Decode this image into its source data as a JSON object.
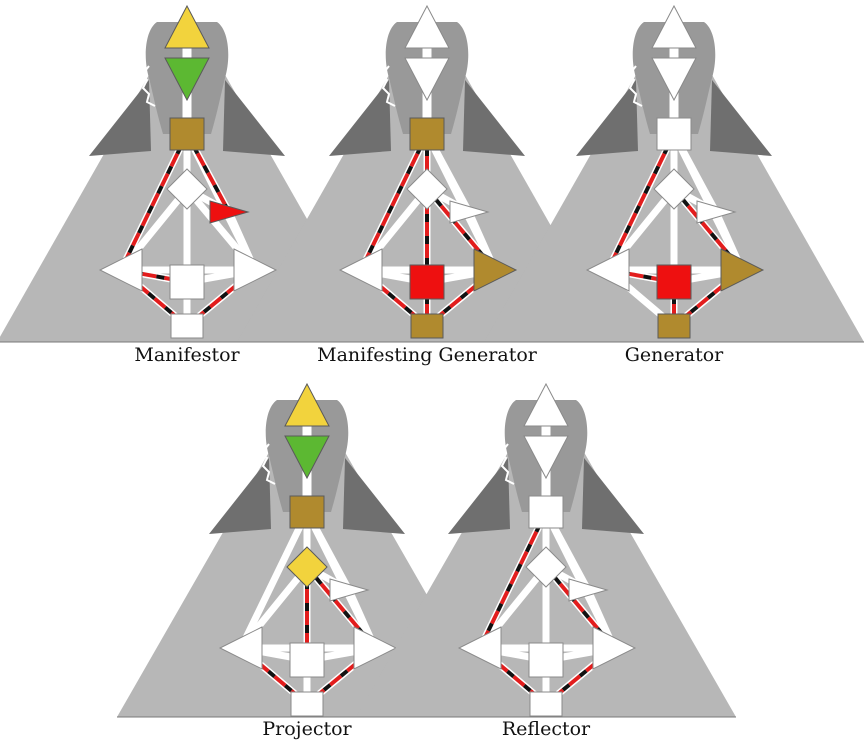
{
  "colors": {
    "background": "#ffffff",
    "triangle": "#b7b7b7",
    "silhouette": "#999999",
    "shoulder": "#6f6f6f",
    "channel": "#ffffff",
    "defined_red": "#e21d1d",
    "defined_black": "#111111",
    "gold": "#b08a2e",
    "yellow": "#f2d33d",
    "green": "#5cb832",
    "red_center": "#ee1010",
    "open_center": "#ffffff"
  },
  "charts": [
    {
      "label": "Manifestor",
      "centers": {
        "head": "yellow",
        "ajna": "green",
        "throat": "gold",
        "g": "open",
        "heart": "red",
        "sacral": "open",
        "spleen": "open",
        "solar": "open",
        "root": "open"
      },
      "active_channels": [
        "throat-heart",
        "throat-spleen",
        "spleen-root",
        "solar-root",
        "spleen-sacral"
      ]
    },
    {
      "label": "Manifesting Generator",
      "centers": {
        "head": "open",
        "ajna": "open",
        "throat": "gold",
        "g": "open",
        "heart": "open",
        "sacral": "red",
        "spleen": "open",
        "solar": "gold",
        "root": "gold"
      },
      "active_channels": [
        "throat-spleen",
        "g-solar",
        "sacral-root",
        "solar-root",
        "throat-sacral",
        "spleen-root"
      ]
    },
    {
      "label": "Generator",
      "centers": {
        "head": "open",
        "ajna": "open",
        "throat": "open",
        "g": "open",
        "heart": "open",
        "sacral": "red",
        "spleen": "open",
        "solar": "gold",
        "root": "gold"
      },
      "active_channels": [
        "throat-spleen",
        "spleen-sacral",
        "g-solar",
        "solar-root",
        "sacral-root"
      ]
    },
    {
      "label": "Projector",
      "centers": {
        "head": "yellow",
        "ajna": "green",
        "throat": "gold",
        "g": "yellow",
        "heart": "open",
        "sacral": "open",
        "spleen": "open",
        "solar": "open",
        "root": "open"
      },
      "active_channels": [
        "g-sacral",
        "spleen-root",
        "solar-root",
        "g-solar"
      ]
    },
    {
      "label": "Reflector",
      "centers": {
        "head": "open",
        "ajna": "open",
        "throat": "open",
        "g": "open",
        "heart": "open",
        "sacral": "open",
        "spleen": "open",
        "solar": "open",
        "root": "open"
      },
      "active_channels": [
        "throat-spleen",
        "spleen-root",
        "g-solar",
        "solar-root"
      ]
    }
  ]
}
